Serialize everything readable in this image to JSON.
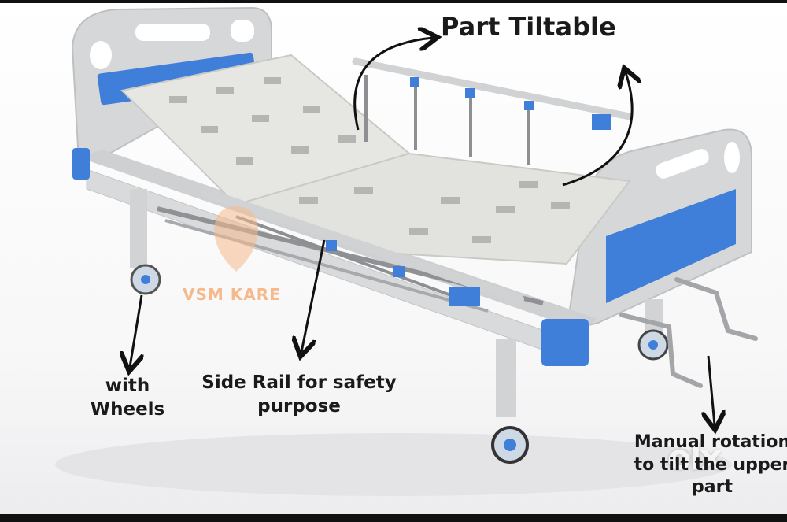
{
  "labels": {
    "part_tiltable": "Part Tiltable",
    "wheels": "with Wheels",
    "side_rail": "Side Rail for safety purpose",
    "manual": "Manual rotation to tilt the upper part"
  },
  "watermarks": {
    "brand": "VSM KARE",
    "olx": "olx"
  },
  "colors": {
    "frame": "#d9dadb",
    "accent_blue": "#3f7fd9",
    "board": "#e6e7e3",
    "arrow": "#111111",
    "watermark": "#f6b98c"
  }
}
